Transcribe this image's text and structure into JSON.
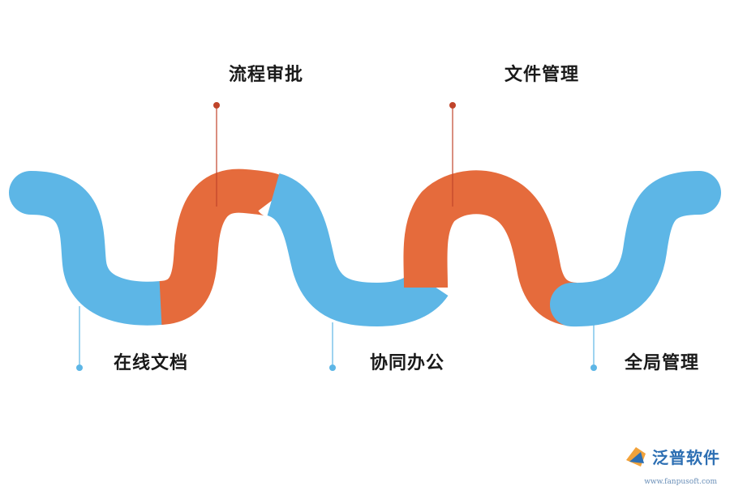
{
  "diagram": {
    "labels": {
      "top_1": "流程审批",
      "top_2": "文件管理",
      "bottom_1": "在线文档",
      "bottom_2": "协同办公",
      "bottom_3": "全局管理"
    },
    "colors": {
      "blue": "#5db6e6",
      "orange": "#e56b3c",
      "top_marker": "#c0442a",
      "bottom_marker": "#5db6e6"
    }
  },
  "logo": {
    "name": "泛普软件",
    "url": "www.fanpusoft.com"
  }
}
